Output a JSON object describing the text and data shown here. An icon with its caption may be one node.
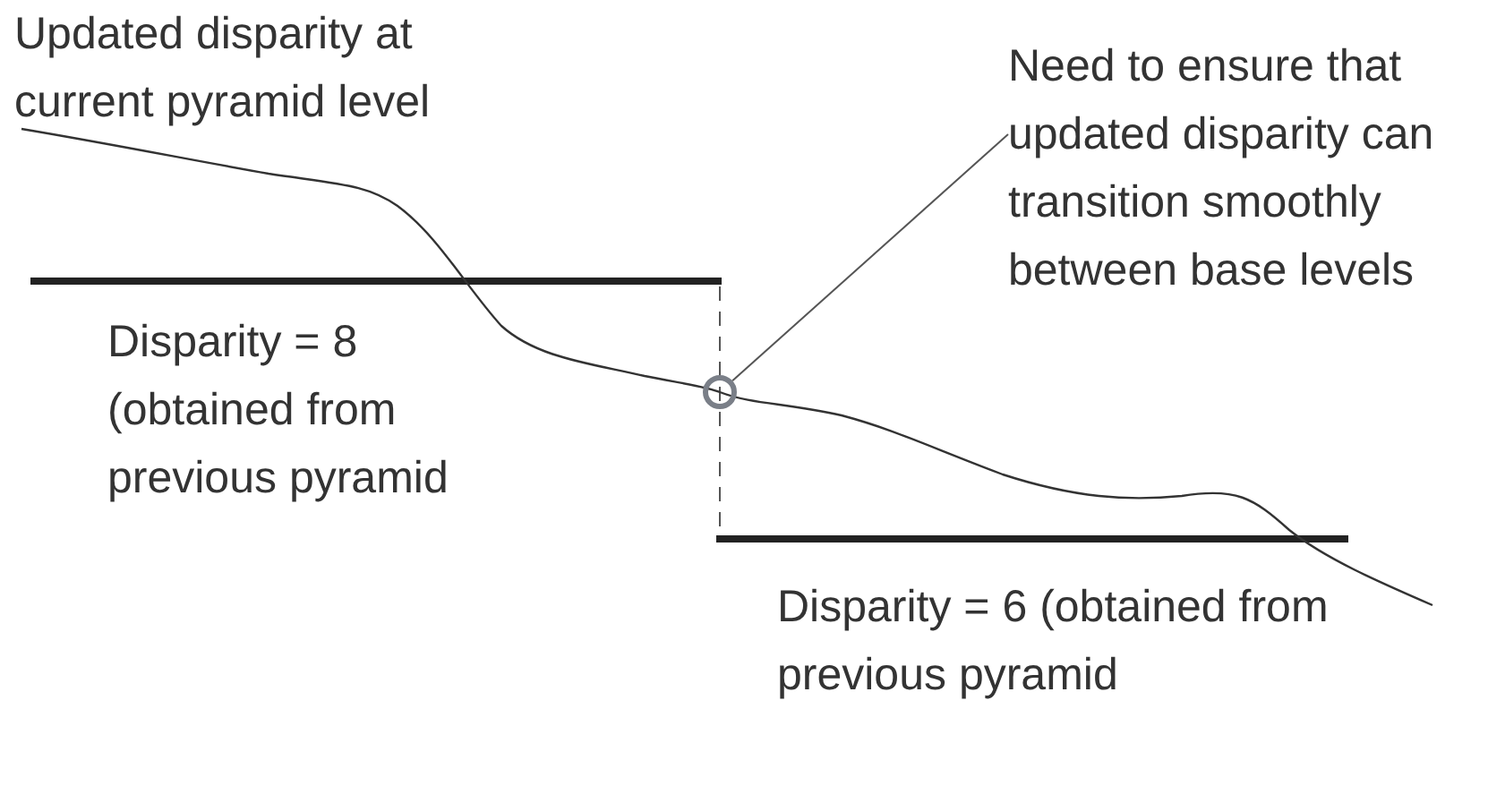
{
  "diagram": {
    "nodes": [
      {
        "text": [
          "Need to ensure that updated disparity can transition smoothly between base levels"
        ]
      },
      {
        "text": [],
        "shape": "circle"
      }
    ],
    "edges": [
      {
        "from": 0,
        "to": 1,
        "arrow": "none"
      }
    ],
    "labels": [
      "Updated disparity at current pyramid level",
      "Disparity = 8 (obtained from previous pyramid",
      "Disparity = 6 (obtained from previous pyramid"
    ]
  }
}
